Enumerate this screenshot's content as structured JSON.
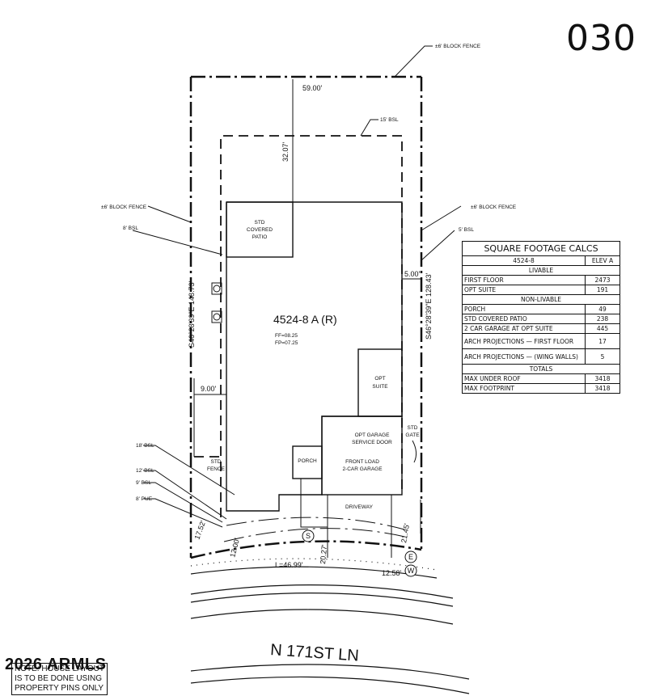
{
  "lot_number": "030",
  "plan_name": "4524-8 A (R)",
  "ff": "FF=08.25",
  "fp": "FP=07.25",
  "street_name": "N 171ST LN",
  "watermark": "2026 ARMLS",
  "note_lines": [
    "NOTE: HOUSE LAYOUT",
    "IS TO BE DONE USING",
    "PROPERTY PINS ONLY"
  ],
  "callouts": {
    "block_fence_top": "±6' BLOCK FENCE",
    "bsl_15": "15' BSL",
    "block_fence_left": "±6' BLOCK FENCE",
    "bsl_8": "8' BSL",
    "block_fence_right": "±6' BLOCK FENCE",
    "bsl_5": "5' BSL",
    "bsl_18": "18' BSL",
    "bsl_12": "12' BSL",
    "bsl_9": "9' BSL",
    "pue_8": "8' PUE"
  },
  "dimensions": {
    "top": "59.00'",
    "rear_setback": "32.07'",
    "side_right": "5.00'",
    "side_left": "9.00'",
    "left_bearing": "S46°28'39\"E 148.73'",
    "right_bearing": "S46°28'39\"E 128.43'",
    "front_left": "17.52'",
    "front_12": "12.00'",
    "front_20": "20.27'",
    "arc_length": "L=46.99'",
    "front_right_a": "21.45'",
    "front_right_b": "12.58'"
  },
  "rooms": {
    "patio": [
      "STD",
      "COVERED",
      "PATIO"
    ],
    "opt_suite": [
      "OPT",
      "SUITE"
    ],
    "garage_door": [
      "OPT GARAGE",
      "SERVICE DOOR"
    ],
    "std_gate": [
      "STD",
      "GATE"
    ],
    "porch": "PORCH",
    "garage": [
      "FRONT LOAD",
      "2-CAR GARAGE"
    ],
    "std_fence": [
      "STD",
      "FENCE"
    ],
    "driveway": "DRIVEWAY"
  },
  "markers": {
    "s": "S",
    "e": "E",
    "w": "W"
  },
  "sqft_table": {
    "title": "SQUARE FOOTAGE CALCS",
    "plan_col": "4524-8",
    "elev_col": "ELEV A",
    "livable": "LIVABLE",
    "non_livable": "NON-LIVABLE",
    "totals": "TOTALS",
    "livable_rows": [
      {
        "label": "FIRST FLOOR",
        "value": "2473"
      },
      {
        "label": "OPT SUITE",
        "value": "191"
      }
    ],
    "non_livable_rows": [
      {
        "label": "PORCH",
        "value": "49"
      },
      {
        "label": "STD COVERED PATIO",
        "value": "238"
      },
      {
        "label": "2 CAR GARAGE AT OPT SUITE",
        "value": "445"
      },
      {
        "label": "ARCH PROJECTIONS — FIRST FLOOR",
        "value": "17"
      },
      {
        "label": "ARCH PROJECTIONS — (WING WALLS)",
        "value": "5"
      }
    ],
    "total_rows": [
      {
        "label": "MAX UNDER ROOF",
        "value": "3418"
      },
      {
        "label": "MAX FOOTPRINT",
        "value": "3418"
      }
    ]
  }
}
